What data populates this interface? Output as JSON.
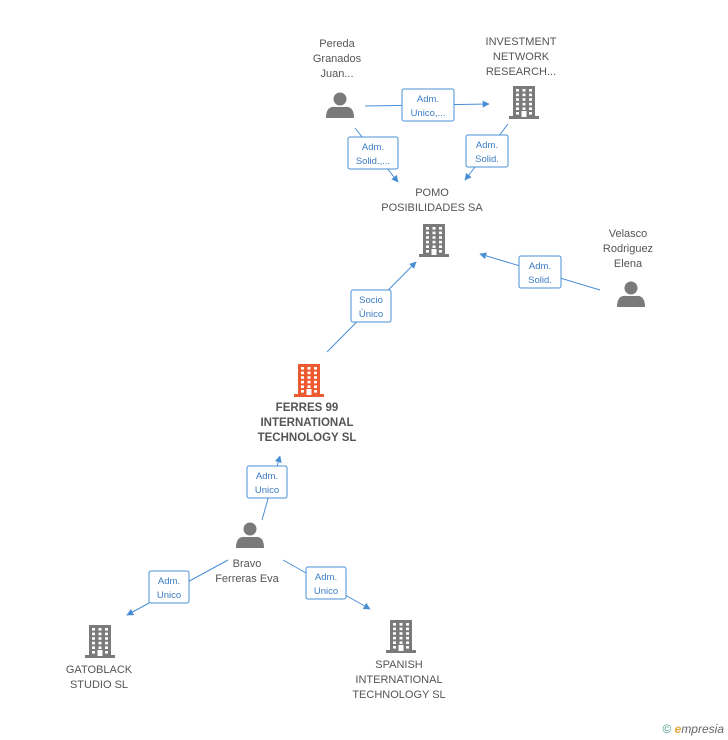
{
  "colors": {
    "edge": "#4a8fd6",
    "node_icon": "#7a7a7a",
    "focus_icon": "#ee5a2f",
    "label": "#555555"
  },
  "nodes": [
    {
      "id": "pereda",
      "kind": "person",
      "lines": [
        "Pereda",
        "Granados",
        "Juan..."
      ]
    },
    {
      "id": "investment",
      "kind": "company",
      "lines": [
        "INVESTMENT",
        "NETWORK",
        "RESEARCH..."
      ]
    },
    {
      "id": "pomo",
      "kind": "company",
      "lines": [
        "POMO",
        "POSIBILIDADES SA"
      ]
    },
    {
      "id": "velasco",
      "kind": "person",
      "lines": [
        "Velasco",
        "Rodriguez",
        "Elena"
      ]
    },
    {
      "id": "ferres",
      "kind": "company",
      "focus": true,
      "lines": [
        "FERRES 99",
        "INTERNATIONAL",
        "TECHNOLOGY SL"
      ]
    },
    {
      "id": "bravo",
      "kind": "person",
      "lines": [
        "Bravo",
        "Ferreras Eva"
      ]
    },
    {
      "id": "gatoblack",
      "kind": "company",
      "lines": [
        "GATOBLACK",
        "STUDIO SL"
      ]
    },
    {
      "id": "spanish",
      "kind": "company",
      "lines": [
        "SPANISH",
        "INTERNATIONAL",
        "TECHNOLOGY SL"
      ]
    }
  ],
  "edges": [
    {
      "id": "pereda-investment",
      "lines": [
        "Adm.",
        "Unico,..."
      ]
    },
    {
      "id": "pereda-pomo",
      "lines": [
        "Adm.",
        "Solid.,..."
      ]
    },
    {
      "id": "investment-pomo",
      "lines": [
        "Adm.",
        "Solid."
      ]
    },
    {
      "id": "velasco-pomo",
      "lines": [
        "Adm.",
        "Solid."
      ]
    },
    {
      "id": "ferres-pomo",
      "lines": [
        "Socio",
        "Único"
      ]
    },
    {
      "id": "bravo-ferres",
      "lines": [
        "Adm.",
        "Unico"
      ]
    },
    {
      "id": "bravo-gatoblack",
      "lines": [
        "Adm.",
        "Unico"
      ]
    },
    {
      "id": "bravo-spanish",
      "lines": [
        "Adm.",
        "Unico"
      ]
    }
  ],
  "footer": {
    "copyright": "©",
    "brand_initial": "e",
    "brand_rest": "mpresia"
  }
}
